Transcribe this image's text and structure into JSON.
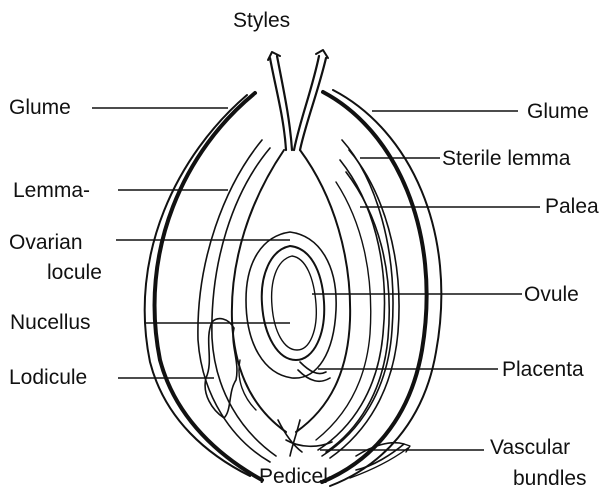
{
  "labels": {
    "styles": "Styles",
    "glume_left": "Glume",
    "glume_right": "Glume",
    "sterile_lemma": "Sterile lemma",
    "lemma": "Lemma-",
    "palea": "Palea",
    "ovarian": "Ovarian",
    "locule": "locule",
    "ovule": "Ovule",
    "nucellus": "Nucellus",
    "lodicule": "Lodicule",
    "placenta": "Placenta",
    "vascular": "Vascular",
    "bundles": "bundles",
    "pedicel": "Pedicel-"
  }
}
